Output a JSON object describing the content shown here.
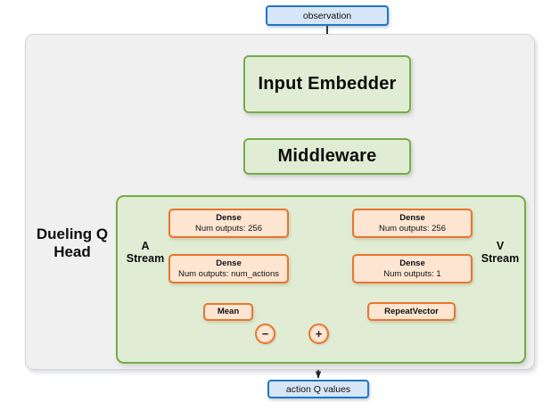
{
  "diagram": {
    "title_label": "Dueling Q Head",
    "io_top": {
      "label": "observation"
    },
    "io_bottom": {
      "label": "action Q values"
    },
    "modules": [
      {
        "name": "input-embedder",
        "label": "Input Embedder"
      },
      {
        "name": "middleware",
        "label": "Middleware"
      }
    ],
    "streams": [
      {
        "name": "a-stream",
        "label_line1": "A",
        "label_line2": "Stream"
      },
      {
        "name": "v-stream",
        "label_line1": "V",
        "label_line2": "Stream"
      }
    ],
    "a_stream_layers": [
      {
        "title": "Dense",
        "subtitle": "Num outputs: 256"
      },
      {
        "title": "Dense",
        "subtitle": "Num outputs: num_actions"
      },
      {
        "title": "Mean",
        "subtitle": ""
      }
    ],
    "v_stream_layers": [
      {
        "title": "Dense",
        "subtitle": "Num outputs: 256"
      },
      {
        "title": "Dense",
        "subtitle": "Num outputs: 1"
      },
      {
        "title": "RepeatVector",
        "subtitle": ""
      }
    ],
    "operators": [
      {
        "name": "subtract-operator",
        "symbol": "−"
      },
      {
        "name": "add-operator",
        "symbol": "+"
      }
    ],
    "colors": {
      "io_fill": "#d6e6f7",
      "io_stroke": "#1f77c4",
      "module_fill": "#e0edd4",
      "module_stroke": "#74ad46",
      "layer_fill": "#fde5d2",
      "layer_stroke": "#e8762c",
      "outer_fill": "#f0f0f0",
      "outer_stroke": "#d4d4d4",
      "arrow": "#1a1a1a",
      "canvas": "#ffffff"
    }
  }
}
